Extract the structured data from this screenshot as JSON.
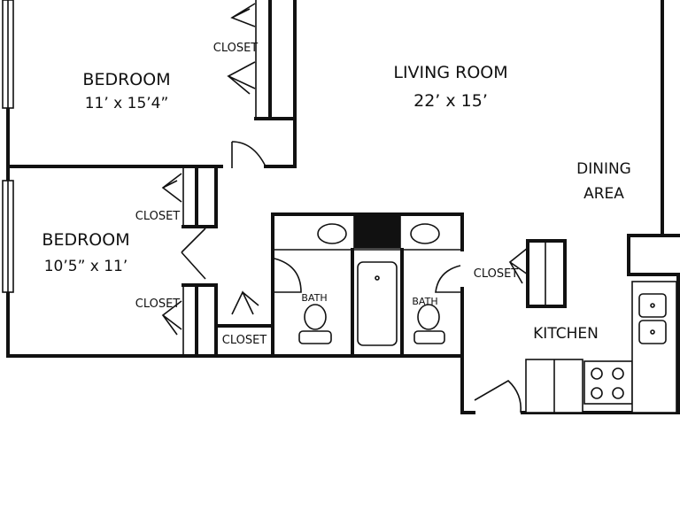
{
  "rooms": {
    "bedroom1": {
      "name": "BEDROOM",
      "size": "11’ x 15’4”"
    },
    "bedroom2": {
      "name": "BEDROOM",
      "size": "10’5” x 11’"
    },
    "living": {
      "name": "LIVING ROOM",
      "size": "22’ x 15’"
    },
    "dining": {
      "line1": "DINING",
      "line2": "AREA"
    },
    "kitchen": {
      "name": "KITCHEN"
    },
    "bath1": {
      "name": "BATH"
    },
    "bath2": {
      "name": "BATH"
    }
  },
  "closets": {
    "bedroom1": "CLOSET",
    "bedroom2_top": "CLOSET",
    "bedroom2_bottom": "CLOSET",
    "hall": "CLOSET",
    "bath2": "CLOSET"
  },
  "colors": {
    "wall": "#111111",
    "background": "#ffffff",
    "tub_fill": "#111111"
  }
}
